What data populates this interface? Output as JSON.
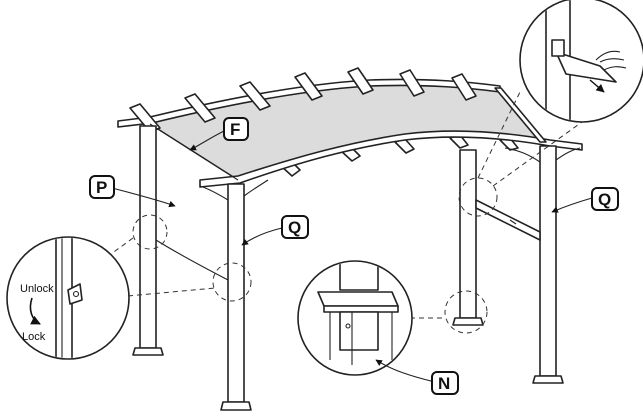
{
  "labels": {
    "F": "F",
    "P": "P",
    "Q_front": "Q",
    "Q_back": "Q",
    "N": "N"
  },
  "lock_detail": {
    "unlock": "Unlock",
    "lock": "Lock"
  },
  "colors": {
    "line": "#222222",
    "canopy_shade": "#dcdcdc",
    "background": "#ffffff"
  }
}
